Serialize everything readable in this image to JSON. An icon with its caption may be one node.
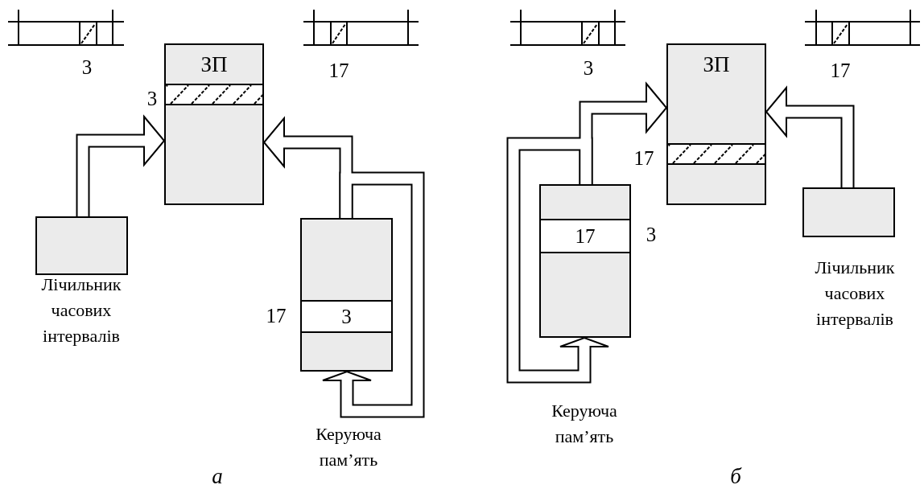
{
  "diagram": {
    "nodes": [
      {
        "text": [
          "ЗП"
        ],
        "beside": [
          "3"
        ]
      },
      {
        "text": [],
        "shape": "box",
        "beside": [
          "Лічильник часових інтервалів"
        ]
      },
      {
        "text": [
          "3"
        ],
        "beside": [
          "17",
          "Керуюча пам’ять"
        ]
      },
      {
        "text": [
          "ЗП"
        ],
        "beside": [
          "17"
        ]
      },
      {
        "text": [
          "17"
        ],
        "beside": [
          "3",
          "Керуюча пам’ять"
        ]
      },
      {
        "text": [],
        "shape": "box",
        "beside": [
          "Лічильник часових інтервалів"
        ]
      }
    ],
    "edges": [
      {
        "from": 1,
        "to": 0,
        "arrow": "to"
      },
      {
        "from": 2,
        "to": 0,
        "arrow": "to"
      },
      {
        "from": 2,
        "to": 2,
        "arrow": "to"
      },
      {
        "from": 4,
        "to": 3,
        "arrow": "to"
      },
      {
        "from": 4,
        "to": 4,
        "arrow": "to"
      },
      {
        "from": 5,
        "to": 3,
        "arrow": "to"
      }
    ],
    "labels": [
      "3",
      "17",
      "а",
      "3",
      "17",
      "б"
    ]
  }
}
